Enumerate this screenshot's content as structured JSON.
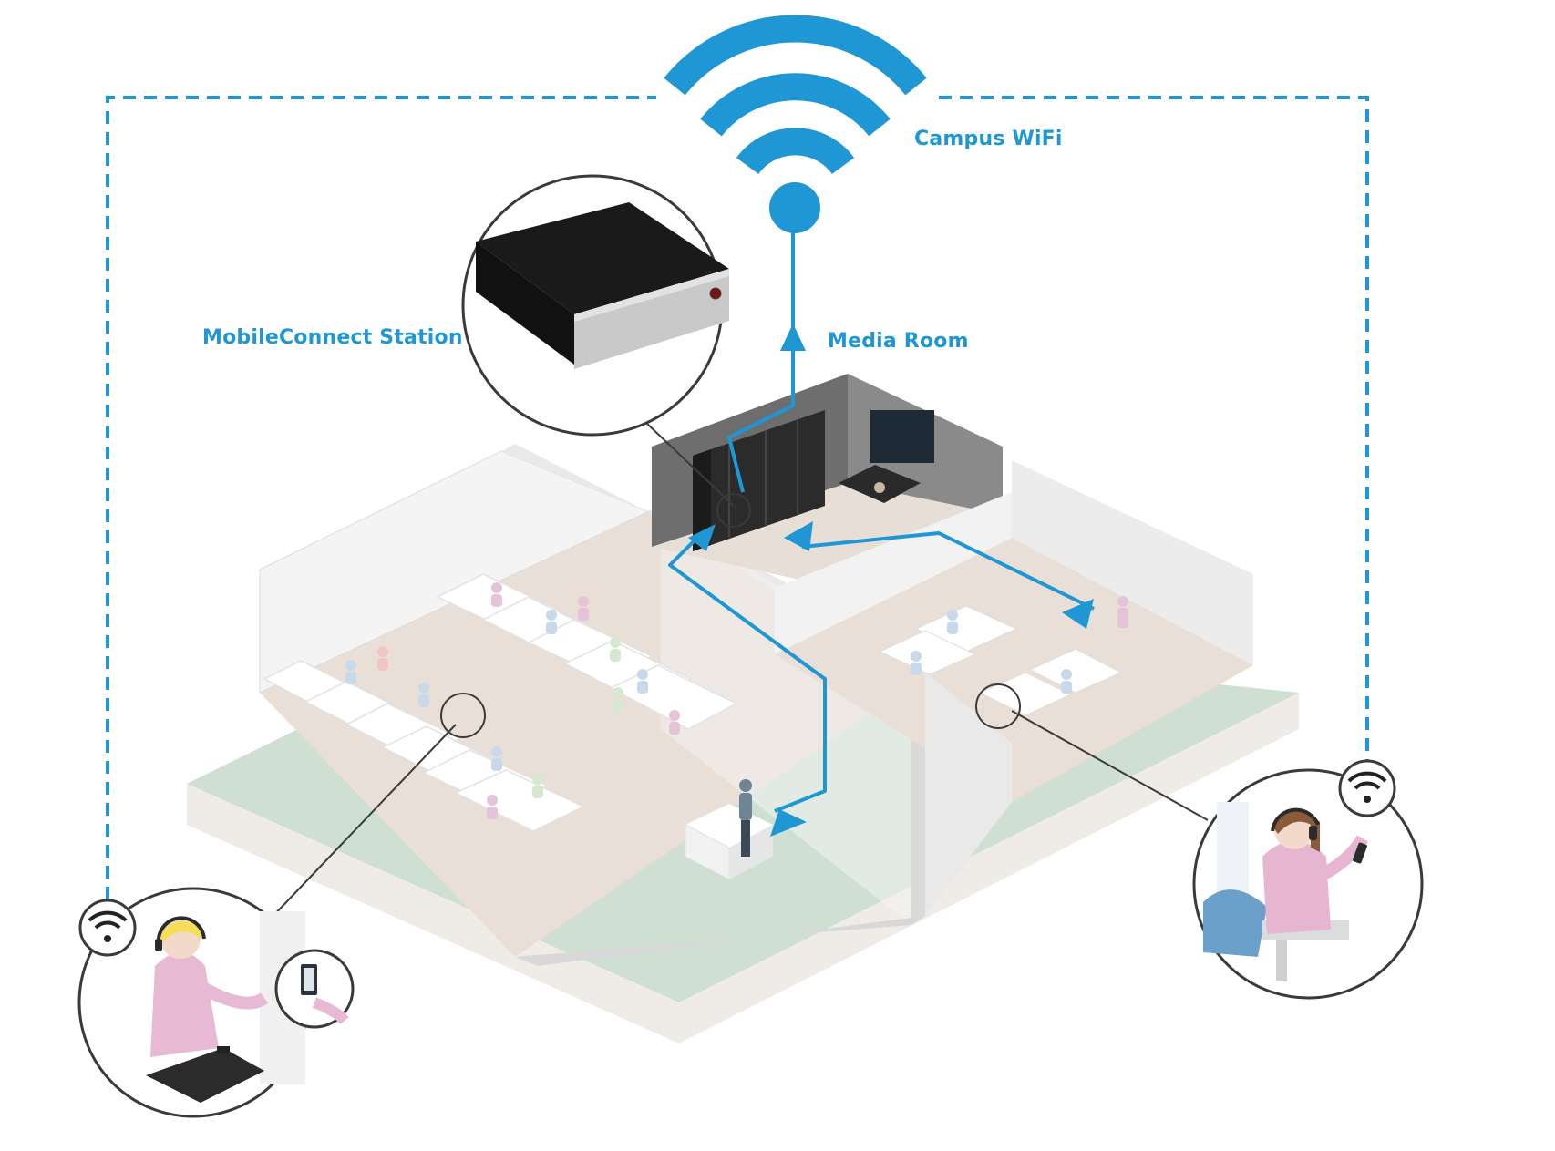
{
  "labels": {
    "campus_wifi": "Campus WiFi",
    "mobileconnect_station": "MobileConnect Station",
    "media_room": "Media Room"
  },
  "colors": {
    "accent": "#1f97d4",
    "floor_green": "#cfe0d2",
    "floor_wood": "#eadfd6",
    "wall": "#f1f1f1",
    "media_room_wall": "#6b6b6b",
    "device_black": "#1a1a1a",
    "device_silver": "#c9c9c9",
    "outline": "#3a3a3a"
  },
  "icons": {
    "wifi_large": "wifi-icon",
    "wifi_badge_left": "wifi-icon",
    "wifi_badge_right": "wifi-icon"
  }
}
